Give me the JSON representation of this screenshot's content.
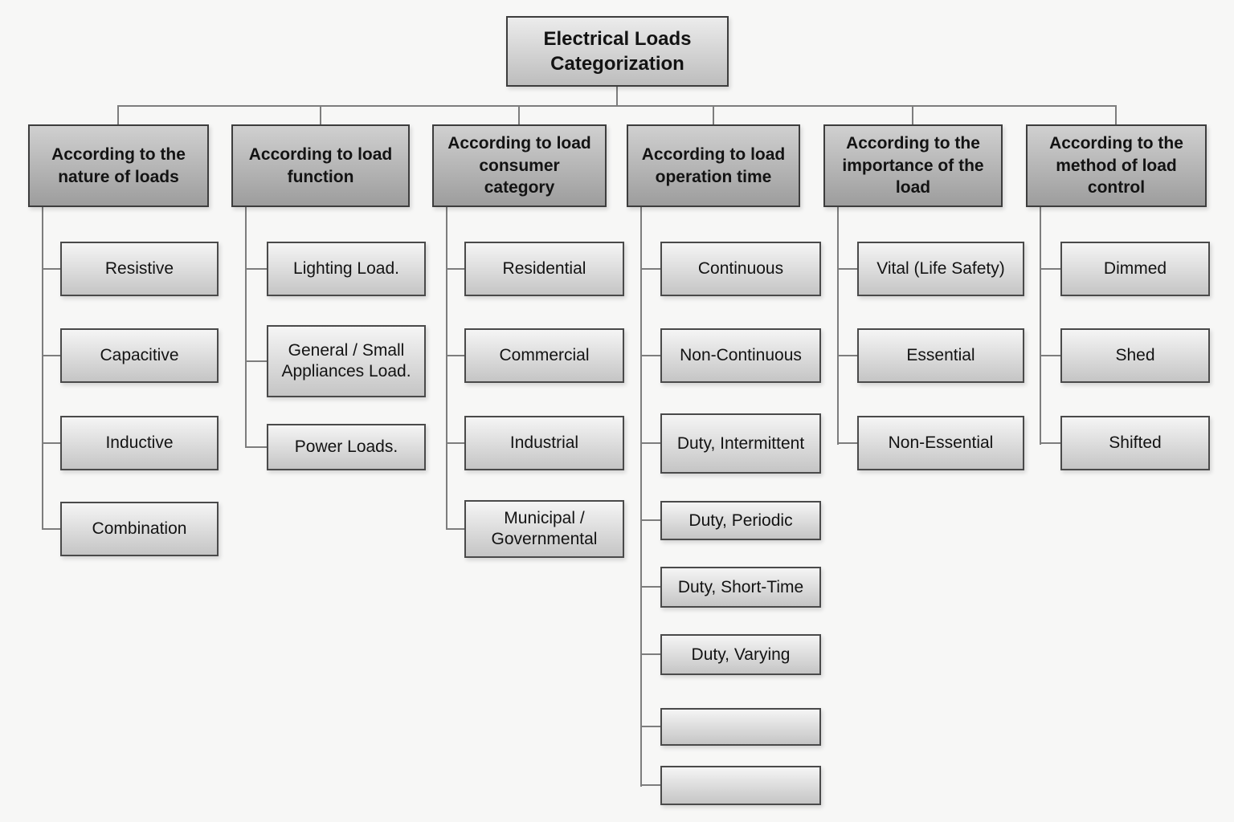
{
  "diagram_type": "tree-org-chart",
  "root_label": "Electrical Loads Categorization",
  "branches": [
    {
      "label": "According to the nature of loads",
      "children": [
        "Resistive",
        "Capacitive",
        "Inductive",
        "Combination"
      ]
    },
    {
      "label": "According to load function",
      "children": [
        "Lighting Load.",
        "General / Small Appliances Load.",
        "Power Loads."
      ]
    },
    {
      "label": "According to load consumer category",
      "children": [
        "Residential",
        "Commercial",
        "Industrial",
        "Municipal / Governmental"
      ]
    },
    {
      "label": "According to load operation time",
      "children": [
        "Continuous",
        "Non-Continuous",
        "Duty, Intermittent",
        "Duty, Periodic",
        "Duty, Short-Time",
        "Duty, Varying",
        "",
        ""
      ]
    },
    {
      "label": "According to the importance of the load",
      "children": [
        "Vital (Life Safety)",
        "Essential",
        "Non-Essential"
      ]
    },
    {
      "label": "According to the method of load control",
      "children": [
        "Dimmed",
        "Shed",
        "Shifted"
      ]
    }
  ],
  "colors": {
    "header_gradient_top": "#d0d0d0",
    "header_gradient_bottom": "#9d9d9d",
    "child_gradient_top": "#f5f5f5",
    "child_gradient_bottom": "#c5c5c5",
    "connector": "#7d7d7d",
    "background": "#f7f7f6"
  }
}
